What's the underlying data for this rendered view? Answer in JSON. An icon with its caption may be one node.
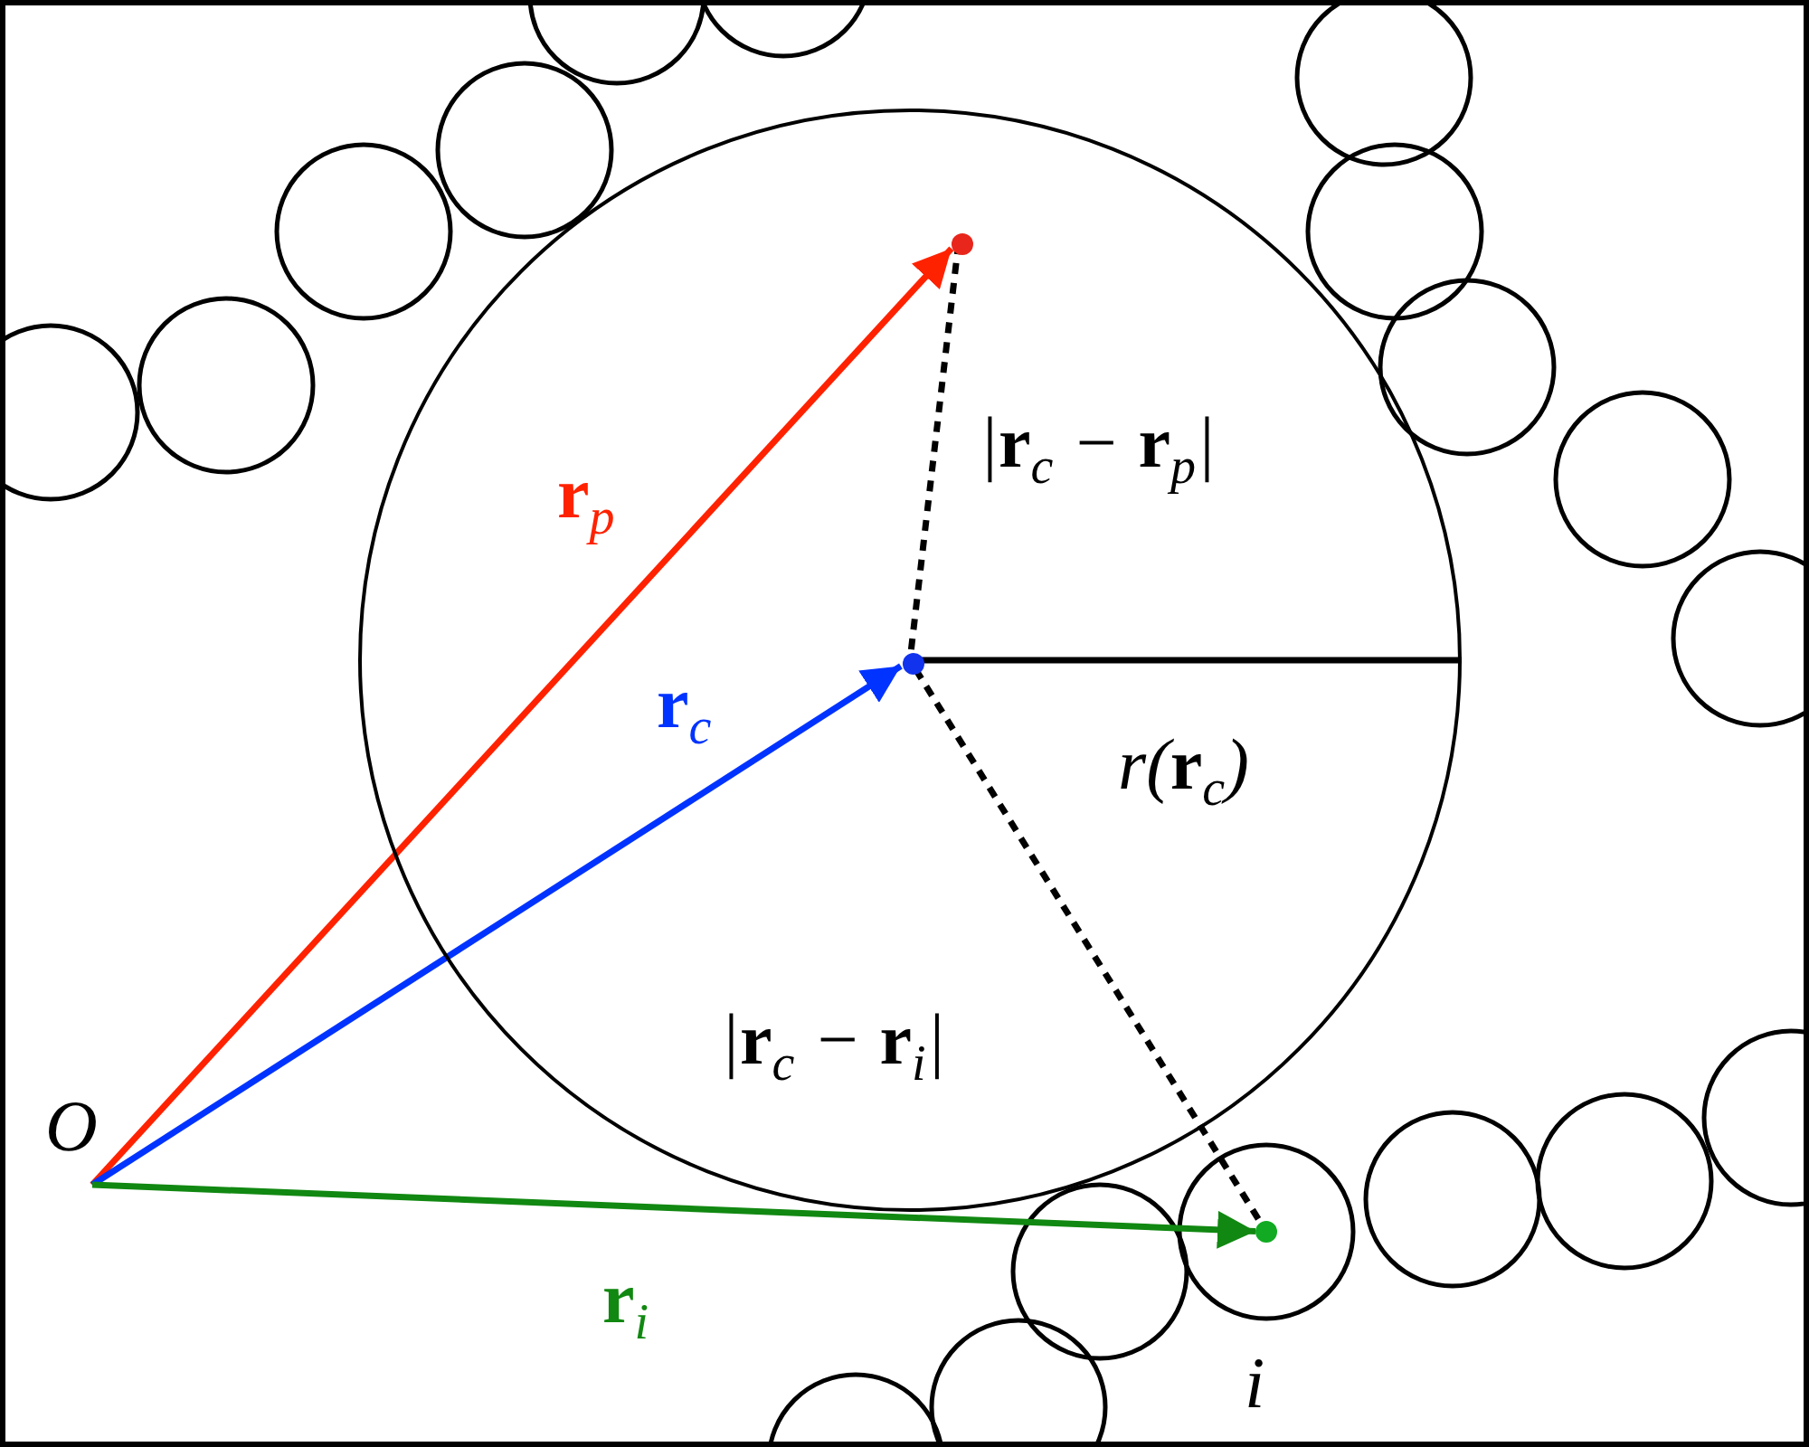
{
  "diagram": {
    "nodes": [
      {
        "text": [
          "O"
        ]
      },
      {
        "text": [],
        "shape": "circle",
        "in": 4
      },
      {
        "text": [],
        "shape": "circle",
        "in": 4
      },
      {
        "text": [],
        "shape": "circle",
        "beside": [
          "i"
        ]
      },
      {
        "text": [],
        "shape": "circle"
      }
    ],
    "edges": [
      {
        "from": 0,
        "to": 1,
        "arrow": "to",
        "label": "**r**$_{p}$",
        "color": "#ff2200"
      },
      {
        "from": 0,
        "to": 2,
        "arrow": "to",
        "label": "**r**$_{c}$",
        "color": "#0033ff"
      },
      {
        "from": 0,
        "to": 3,
        "arrow": "to",
        "label": "**r**$_{i}$",
        "color": "#118811"
      },
      {
        "from": 2,
        "to": 1,
        "arrow": "none",
        "label": "|**r**$_{c}$ − **r**$_{p}$|",
        "style": "dashed"
      },
      {
        "from": 2,
        "to": 3,
        "arrow": "none",
        "label": "|**r**$_{c}$ − **r**$_{i}$|",
        "style": "dashed"
      },
      {
        "from": 2,
        "to": 4,
        "arrow": "none",
        "label": "r(**r**$_{c}$)"
      }
    ]
  }
}
